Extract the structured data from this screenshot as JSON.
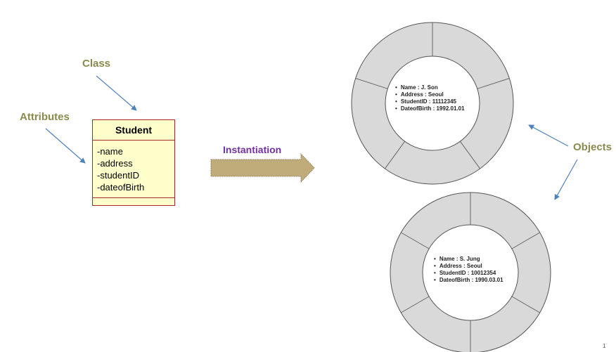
{
  "labels": {
    "class": "Class",
    "attributes": "Attributes",
    "instantiation": "Instantiation",
    "objects": "Objects"
  },
  "uml_class": {
    "name": "Student",
    "attributes": [
      "-name",
      "-address",
      "-studentID",
      "-dateofBirth"
    ]
  },
  "objects": [
    {
      "lines": [
        "Name : J. Son",
        "Address : Seoul",
        "StudentID : 11112345",
        "DateofBirth : 1992.01.01"
      ]
    },
    {
      "lines": [
        "Name : S. Jung",
        "Address : Seoul",
        "StudentID : 10012354",
        "DateofBirth : 1990.03.01"
      ]
    }
  ],
  "page_number": "1",
  "colors": {
    "label": "#8a8a4e",
    "instantiation": "#7030a0",
    "arrow": "#4f81bd",
    "uml_fill": "#ffffcc",
    "uml_border": "#a52a2a",
    "ring": "#d9d9d9"
  }
}
